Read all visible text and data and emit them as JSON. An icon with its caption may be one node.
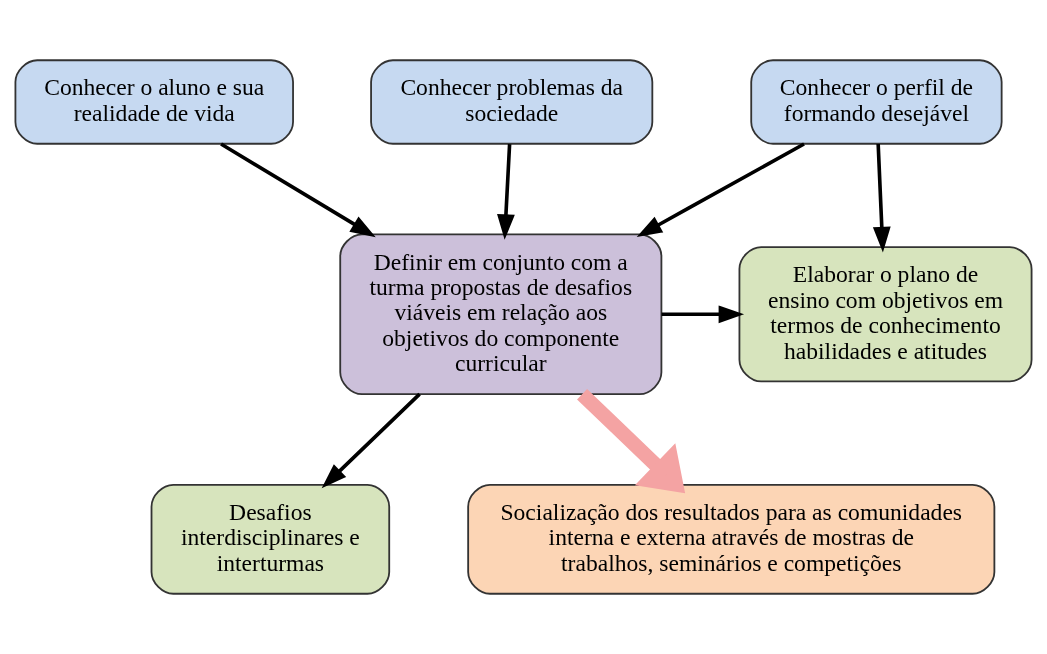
{
  "diagram": {
    "nodes": [
      {
        "text": [
          "Conhecer o aluno e sua realidade de vida"
        ]
      },
      {
        "text": [
          "Conhecer problemas da sociedade"
        ]
      },
      {
        "text": [
          "Conhecer o perfil de formando desejável"
        ]
      },
      {
        "text": [
          "Definir em conjunto com a turma propostas de desafios viáveis em relação aos objetivos do componente curricular"
        ]
      },
      {
        "text": [
          "Elaborar o plano de ensino com objetivos em termos de conhecimento habilidades e atitudes"
        ]
      },
      {
        "text": [
          "Desafios interdisciplinares e interturmas"
        ]
      },
      {
        "text": [
          "Socialização dos resultados para as comunidades interna e externa através de mostras de trabalhos, seminários e competições"
        ]
      }
    ],
    "edges": [
      {
        "from": 0,
        "to": 3,
        "arrow": "to"
      },
      {
        "from": 1,
        "to": 3,
        "arrow": "to"
      },
      {
        "from": 2,
        "to": 3,
        "arrow": "to"
      },
      {
        "from": 2,
        "to": 4,
        "arrow": "to"
      },
      {
        "from": 3,
        "to": 4,
        "arrow": "to"
      },
      {
        "from": 3,
        "to": 5,
        "arrow": "to"
      },
      {
        "from": 3,
        "to": 6,
        "arrow": "to",
        "style": "thick",
        "color": "#f4a3a3"
      }
    ]
  }
}
